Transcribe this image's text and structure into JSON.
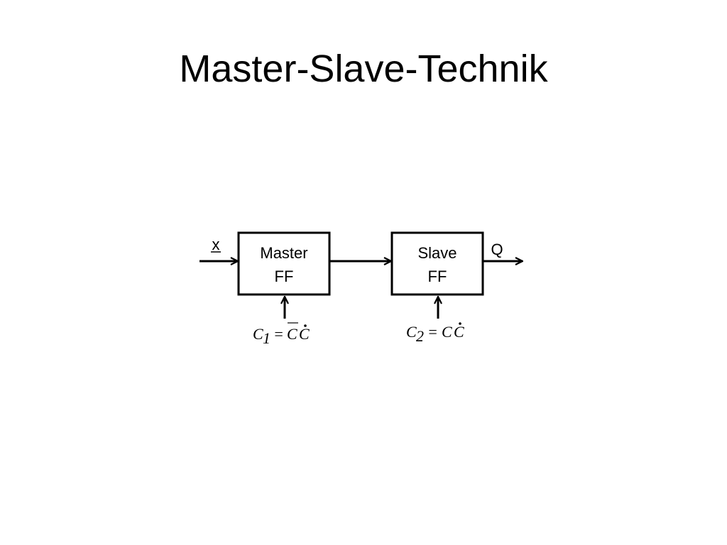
{
  "slide": {
    "title": "Master-Slave-Technik"
  },
  "diagram": {
    "input_label": "x",
    "output_label": "Q",
    "master": {
      "line1": "Master",
      "line2": "FF",
      "clock_formula": {
        "var": "C",
        "sub": "1",
        "op": "=",
        "rhs_a": "C",
        "rhs_b": "C",
        "rhs_a_overline": true,
        "rhs_b_dot": true
      }
    },
    "slave": {
      "line1": "Slave",
      "line2": "FF",
      "clock_formula": {
        "var": "C",
        "sub": "2",
        "op": "=",
        "rhs_a": "C",
        "rhs_b": "C",
        "rhs_a_overline": false,
        "rhs_b_dot": true
      }
    }
  }
}
